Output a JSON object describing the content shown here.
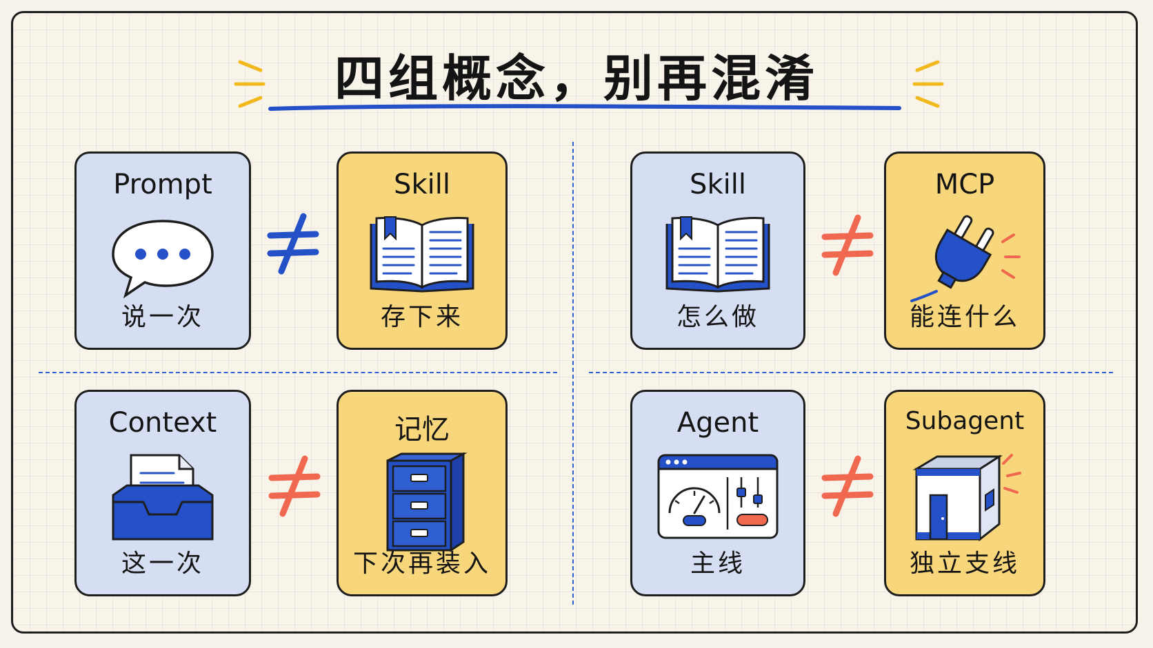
{
  "title": "四组概念，别再混淆",
  "colors": {
    "blue_card": "#d5def3",
    "yellow_card": "#f8d67b",
    "accent_blue": "#2450c8",
    "accent_red": "#f0684f",
    "spark_yellow": "#f2b81c"
  },
  "pairs": [
    {
      "left": {
        "label": "Prompt",
        "sub": "说一次",
        "icon": "speech-bubble-icon"
      },
      "right": {
        "label": "Skill",
        "sub": "存下来",
        "icon": "open-book-icon"
      },
      "symbol": "≠",
      "symbol_color": "blue"
    },
    {
      "left": {
        "label": "Skill",
        "sub": "怎么做",
        "icon": "open-book-icon"
      },
      "right": {
        "label": "MCP",
        "sub": "能连什么",
        "icon": "plug-icon"
      },
      "symbol": "≠",
      "symbol_color": "red"
    },
    {
      "left": {
        "label": "Context",
        "sub": "这一次",
        "icon": "inbox-tray-icon"
      },
      "right": {
        "label": "记忆",
        "sub": "下次再装入",
        "icon": "filing-cabinet-icon"
      },
      "symbol": "≠",
      "symbol_color": "red"
    },
    {
      "left": {
        "label": "Agent",
        "sub": "主线",
        "icon": "dashboard-window-icon"
      },
      "right": {
        "label": "Subagent",
        "sub": "独立支线",
        "icon": "isolated-box-icon"
      },
      "symbol": "≠",
      "symbol_color": "red"
    }
  ]
}
